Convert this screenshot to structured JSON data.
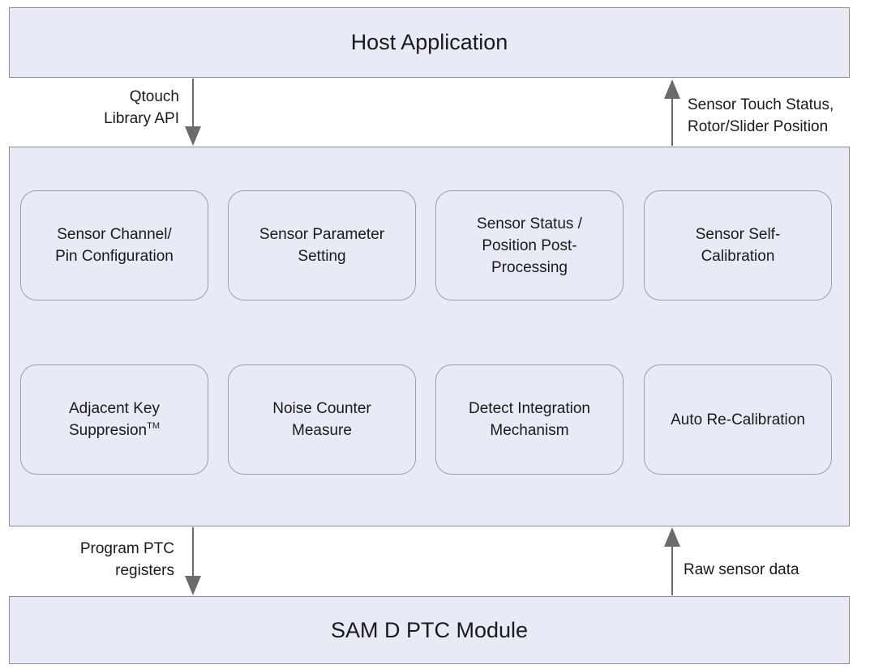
{
  "layers": {
    "host": "Host Application",
    "ptc": "SAM D PTC Module"
  },
  "modules": [
    {
      "label": "Sensor Channel/\nPin Configuration",
      "sup": ""
    },
    {
      "label": "Sensor Parameter\nSetting",
      "sup": ""
    },
    {
      "label": "Sensor Status /\nPosition Post-\nProcessing",
      "sup": ""
    },
    {
      "label": "Sensor Self-\nCalibration",
      "sup": ""
    },
    {
      "label": "Adjacent Key\nSuppresion",
      "sup": "TM"
    },
    {
      "label": "Noise Counter\nMeasure",
      "sup": ""
    },
    {
      "label": "Detect Integration\nMechanism",
      "sup": ""
    },
    {
      "label": "Auto Re-Calibration",
      "sup": ""
    }
  ],
  "flows": {
    "api": "Qtouch\nLibrary API",
    "status": "Sensor Touch Status,\nRotor/Slider Position",
    "program": "Program PTC\nregisters",
    "raw": "Raw sensor data"
  },
  "colors": {
    "block_fill": "#e8ebf5",
    "border": "#8a8f9a",
    "arrow": "#6b6b6b"
  }
}
